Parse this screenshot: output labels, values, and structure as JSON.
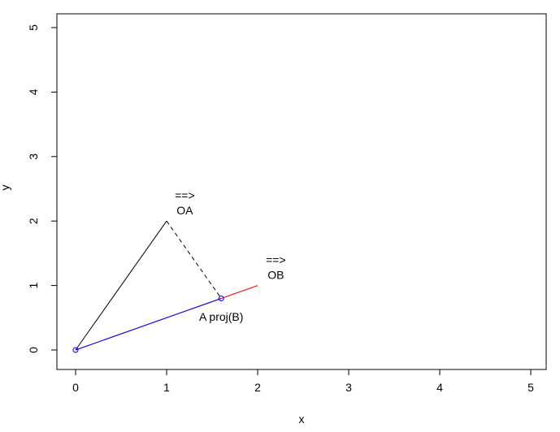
{
  "chart_data": {
    "type": "line",
    "title": "",
    "xlabel": "x",
    "ylabel": "y",
    "xlim": [
      0,
      5
    ],
    "ylim": [
      0,
      5
    ],
    "grid": false,
    "x_ticks": [
      "0",
      "1",
      "2",
      "3",
      "4",
      "5"
    ],
    "y_ticks": [
      "0",
      "1",
      "2",
      "3",
      "4",
      "5"
    ],
    "series": [
      {
        "color": "#000000",
        "style": "solid",
        "points": [
          [
            0,
            0
          ],
          [
            1,
            2
          ]
        ]
      },
      {
        "color": "#ff0000",
        "style": "solid",
        "points": [
          [
            0,
            0
          ],
          [
            2,
            1
          ]
        ]
      },
      {
        "color": "#000000",
        "style": "dashed",
        "points": [
          [
            1,
            2
          ],
          [
            1.6,
            0.8
          ]
        ]
      },
      {
        "color": "#0000ff",
        "style": "solid",
        "points": [
          [
            0,
            0
          ],
          [
            1.6,
            0.8
          ]
        ]
      }
    ],
    "points": [
      {
        "x": 0,
        "y": 0,
        "color": "#0000ff",
        "marker": "open-circle"
      },
      {
        "x": 1.6,
        "y": 0.8,
        "color": "#0000ff",
        "marker": "open-circle"
      }
    ],
    "annotations": [
      {
        "text": "==>",
        "x": 1.2,
        "y": 2.38
      },
      {
        "text": "OA",
        "x": 1.2,
        "y": 2.15
      },
      {
        "text": "==>",
        "x": 2.2,
        "y": 1.38
      },
      {
        "text": "OB",
        "x": 2.2,
        "y": 1.15
      },
      {
        "text": "A proj(B)",
        "x": 1.6,
        "y": 0.5
      }
    ]
  }
}
